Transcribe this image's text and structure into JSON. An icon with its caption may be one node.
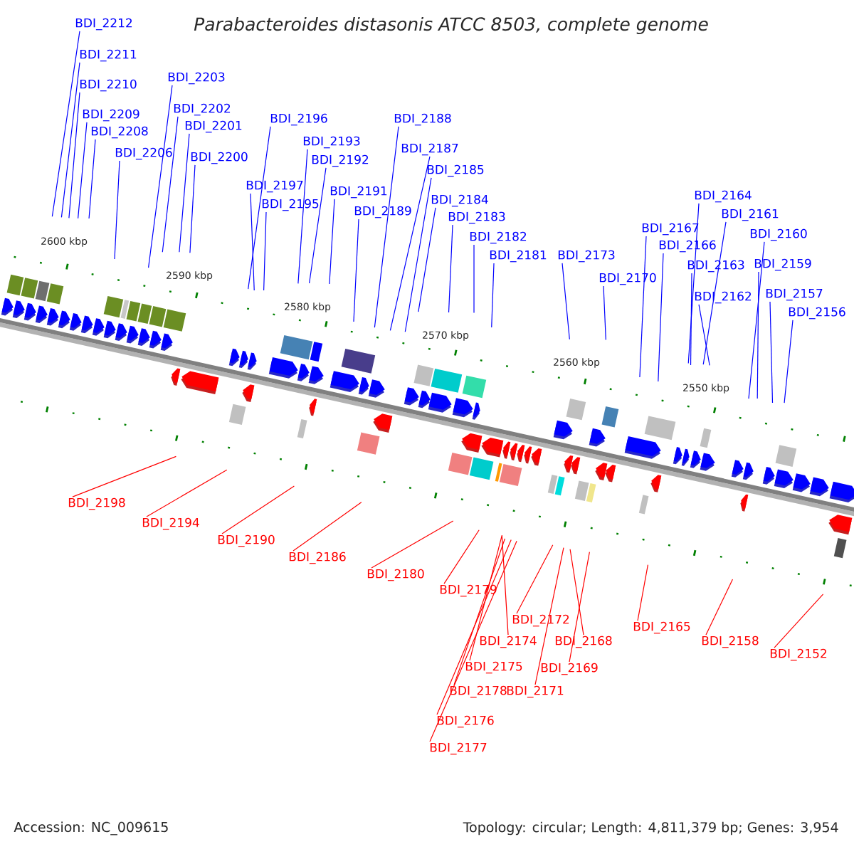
{
  "diagram": {
    "title": "Parabacteroides distasonis ATCC 8503, complete genome",
    "nodes": [
      {
        "text": [
          "BDI_2212"
        ]
      },
      {
        "text": [
          "BDI_2211"
        ]
      },
      {
        "text": [
          "BDI_2210"
        ]
      },
      {
        "text": [
          "BDI_2209"
        ]
      },
      {
        "text": [
          "BDI_2208"
        ]
      },
      {
        "text": [
          "BDI_2206"
        ]
      },
      {
        "text": [
          "BDI_2203"
        ]
      },
      {
        "text": [
          "BDI_2202"
        ]
      },
      {
        "text": [
          "BDI_2201"
        ]
      },
      {
        "text": [
          "BDI_2200"
        ]
      },
      {
        "text": [
          "BDI_2196"
        ]
      },
      {
        "text": [
          "BDI_2193"
        ]
      },
      {
        "text": [
          "BDI_2192"
        ]
      },
      {
        "text": [
          "BDI_2197"
        ]
      },
      {
        "text": [
          "BDI_2195"
        ]
      },
      {
        "text": [
          "BDI_2191"
        ]
      },
      {
        "text": [
          "BDI_2189"
        ]
      },
      {
        "text": [
          "BDI_2188"
        ]
      },
      {
        "text": [
          "BDI_2187"
        ]
      },
      {
        "text": [
          "BDI_2185"
        ]
      },
      {
        "text": [
          "BDI_2184"
        ]
      },
      {
        "text": [
          "BDI_2183"
        ]
      },
      {
        "text": [
          "BDI_2182"
        ]
      },
      {
        "text": [
          "BDI_2181"
        ]
      },
      {
        "text": [
          "BDI_2173"
        ]
      },
      {
        "text": [
          "BDI_2170"
        ]
      },
      {
        "text": [
          "BDI_2164"
        ]
      },
      {
        "text": [
          "BDI_2161"
        ]
      },
      {
        "text": [
          "BDI_2167"
        ]
      },
      {
        "text": [
          "BDI_2166"
        ]
      },
      {
        "text": [
          "BDI_2160"
        ]
      },
      {
        "text": [
          "BDI_2163"
        ]
      },
      {
        "text": [
          "BDI_2159"
        ]
      },
      {
        "text": [
          "BDI_2162"
        ]
      },
      {
        "text": [
          "BDI_2157"
        ]
      },
      {
        "text": [
          "BDI_2156"
        ]
      },
      {
        "text": [
          "BDI_2198"
        ]
      },
      {
        "text": [
          "BDI_2194"
        ]
      },
      {
        "text": [
          "BDI_2190"
        ]
      },
      {
        "text": [
          "BDI_2186"
        ]
      },
      {
        "text": [
          "BDI_2180"
        ]
      },
      {
        "text": [
          "BDI_2179"
        ]
      },
      {
        "text": [
          "BDI_2172"
        ]
      },
      {
        "text": [
          "BDI_2174"
        ]
      },
      {
        "text": [
          "BDI_2168"
        ]
      },
      {
        "text": [
          "BDI_2165"
        ]
      },
      {
        "text": [
          "BDI_2158"
        ]
      },
      {
        "text": [
          "BDI_2152"
        ]
      },
      {
        "text": [
          "BDI_2175"
        ]
      },
      {
        "text": [
          "BDI_2169"
        ]
      },
      {
        "text": [
          "BDI_2178"
        ]
      },
      {
        "text": [
          "BDI_2171"
        ]
      },
      {
        "text": [
          "BDI_2176"
        ]
      },
      {
        "text": [
          "BDI_2177"
        ]
      }
    ],
    "edges": [
      {
        "from": 0,
        "to": null,
        "arrow": "none"
      },
      {
        "from": 1,
        "to": null,
        "arrow": "none"
      },
      {
        "from": 2,
        "to": null,
        "arrow": "none"
      },
      {
        "from": 3,
        "to": null,
        "arrow": "none"
      },
      {
        "from": 4,
        "to": null,
        "arrow": "none"
      },
      {
        "from": 5,
        "to": null,
        "arrow": "none"
      },
      {
        "from": 6,
        "to": null,
        "arrow": "none"
      },
      {
        "from": 7,
        "to": null,
        "arrow": "none"
      },
      {
        "from": 8,
        "to": null,
        "arrow": "none"
      },
      {
        "from": 9,
        "to": null,
        "arrow": "none"
      },
      {
        "from": 10,
        "to": null,
        "arrow": "none"
      },
      {
        "from": 11,
        "to": null,
        "arrow": "none"
      },
      {
        "from": 12,
        "to": null,
        "arrow": "none"
      },
      {
        "from": 13,
        "to": null,
        "arrow": "none"
      },
      {
        "from": 14,
        "to": null,
        "arrow": "none"
      },
      {
        "from": 15,
        "to": null,
        "arrow": "none"
      },
      {
        "from": 16,
        "to": null,
        "arrow": "none"
      },
      {
        "from": 17,
        "to": null,
        "arrow": "none"
      },
      {
        "from": 18,
        "to": null,
        "arrow": "none"
      },
      {
        "from": 19,
        "to": null,
        "arrow": "none"
      },
      {
        "from": 20,
        "to": null,
        "arrow": "none"
      },
      {
        "from": 21,
        "to": null,
        "arrow": "none"
      },
      {
        "from": 22,
        "to": null,
        "arrow": "none"
      },
      {
        "from": 23,
        "to": null,
        "arrow": "none"
      },
      {
        "from": 24,
        "to": null,
        "arrow": "none"
      },
      {
        "from": 25,
        "to": null,
        "arrow": "none"
      },
      {
        "from": 26,
        "to": null,
        "arrow": "none"
      },
      {
        "from": 27,
        "to": null,
        "arrow": "none"
      },
      {
        "from": 28,
        "to": null,
        "arrow": "none"
      },
      {
        "from": 29,
        "to": null,
        "arrow": "none"
      },
      {
        "from": 30,
        "to": null,
        "arrow": "none"
      },
      {
        "from": 31,
        "to": null,
        "arrow": "none"
      },
      {
        "from": 32,
        "to": null,
        "arrow": "none"
      },
      {
        "from": 33,
        "to": null,
        "arrow": "none"
      },
      {
        "from": 34,
        "to": null,
        "arrow": "none"
      },
      {
        "from": 35,
        "to": null,
        "arrow": "none"
      },
      {
        "from": 36,
        "to": null,
        "arrow": "none",
        "color": "#ff0000"
      },
      {
        "from": 37,
        "to": null,
        "arrow": "none",
        "color": "#ff0000"
      },
      {
        "from": 38,
        "to": null,
        "arrow": "none",
        "color": "#ff0000"
      },
      {
        "from": 39,
        "to": null,
        "arrow": "none",
        "color": "#ff0000"
      },
      {
        "from": 40,
        "to": null,
        "arrow": "none",
        "color": "#ff0000"
      },
      {
        "from": 41,
        "to": null,
        "arrow": "none",
        "color": "#ff0000"
      },
      {
        "from": 42,
        "to": null,
        "arrow": "none",
        "color": "#ff0000"
      },
      {
        "from": 43,
        "to": null,
        "arrow": "none",
        "color": "#ff0000"
      },
      {
        "from": 44,
        "to": null,
        "arrow": "none",
        "color": "#ff0000"
      },
      {
        "from": 45,
        "to": null,
        "arrow": "none",
        "color": "#ff0000"
      },
      {
        "from": 46,
        "to": null,
        "arrow": "none",
        "color": "#ff0000"
      },
      {
        "from": 47,
        "to": null,
        "arrow": "none",
        "color": "#ff0000"
      },
      {
        "from": 48,
        "to": null,
        "arrow": "none",
        "color": "#ff0000"
      },
      {
        "from": 49,
        "to": null,
        "arrow": "none",
        "color": "#ff0000"
      },
      {
        "from": 50,
        "to": null,
        "arrow": "none",
        "color": "#ff0000"
      },
      {
        "from": 51,
        "to": null,
        "arrow": "none",
        "color": "#ff0000"
      },
      {
        "from": 52,
        "to": null,
        "arrow": "none",
        "color": "#ff0000"
      },
      {
        "from": 53,
        "to": null,
        "arrow": "none",
        "color": "#ff0000"
      }
    ],
    "labels": [
      "2600 kbp",
      "2590 kbp",
      "2580 kbp",
      "2570 kbp",
      "2560 kbp",
      "2550 kbp",
      "Accession: NC_009615",
      "Topology: circular; Length: 4,811,379 bp; Genes: 3,954"
    ]
  }
}
